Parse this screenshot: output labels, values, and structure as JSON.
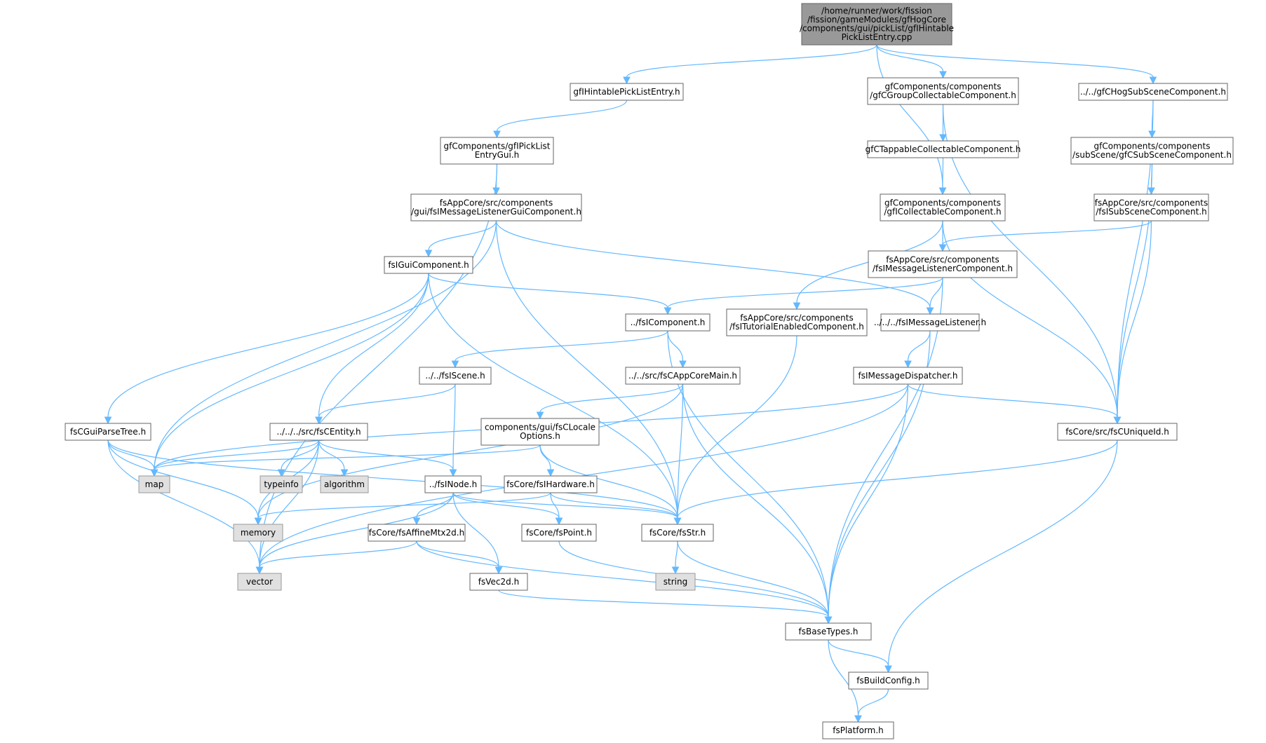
{
  "colors": {
    "root_fill": "#999999",
    "root_stroke": "#666666",
    "node_fill": "#ffffff",
    "node_stroke": "#666666",
    "system_fill": "#e0e0e0",
    "system_stroke": "#999999",
    "edge": "#63b8ff",
    "text": "#000000"
  },
  "nodes": [
    {
      "id": "root",
      "kind": "root",
      "lines": [
        "/home/runner/work/fission",
        "/fission/gameModules/gfHogCore",
        "/components/gui/pickList/gfIHintable",
        "PickListEntry.cpp"
      ]
    },
    {
      "id": "gfIHintablePickListEntry",
      "kind": "file",
      "lines": [
        "gfIHintablePickListEntry.h"
      ]
    },
    {
      "id": "gfCGroupCollectable",
      "kind": "file",
      "lines": [
        "gfComponents/components",
        "/gfCGroupCollectableComponent.h"
      ]
    },
    {
      "id": "gfCHogSubScene",
      "kind": "file",
      "lines": [
        "../../gfCHogSubSceneComponent.h"
      ]
    },
    {
      "id": "gfIPickListEntryGui",
      "kind": "file",
      "lines": [
        "gfComponents/gfIPickList",
        "EntryGui.h"
      ]
    },
    {
      "id": "gfCTappable",
      "kind": "file",
      "lines": [
        "gfCTappableCollectableComponent.h"
      ]
    },
    {
      "id": "gfCSubScene",
      "kind": "file",
      "lines": [
        "gfComponents/components",
        "/subScene/gfCSubSceneComponent.h"
      ]
    },
    {
      "id": "fsIMessageListenerGui",
      "kind": "file",
      "lines": [
        "fsAppCore/src/components",
        "/gui/fsIMessageListenerGuiComponent.h"
      ]
    },
    {
      "id": "gfICollectable",
      "kind": "file",
      "lines": [
        "gfComponents/components",
        "/gfICollectableComponent.h"
      ]
    },
    {
      "id": "fsISubScene",
      "kind": "file",
      "lines": [
        "fsAppCore/src/components",
        "/fsISubSceneComponent.h"
      ]
    },
    {
      "id": "fsIGuiComponent",
      "kind": "file",
      "lines": [
        "fsIGuiComponent.h"
      ]
    },
    {
      "id": "fsIMessageListenerComp",
      "kind": "file",
      "lines": [
        "fsAppCore/src/components",
        "/fsIMessageListenerComponent.h"
      ]
    },
    {
      "id": "fsIComponent",
      "kind": "file",
      "lines": [
        "../fsIComponent.h"
      ]
    },
    {
      "id": "fsITutorial",
      "kind": "file",
      "lines": [
        "fsAppCore/src/components",
        "/fsITutorialEnabledComponent.h"
      ]
    },
    {
      "id": "fsIMessageListener",
      "kind": "file",
      "lines": [
        "../../../fsIMessageListener.h"
      ]
    },
    {
      "id": "fsIScene",
      "kind": "file",
      "lines": [
        "../../fsIScene.h"
      ]
    },
    {
      "id": "fsCAppCoreMain",
      "kind": "file",
      "lines": [
        "../../src/fsCAppCoreMain.h"
      ]
    },
    {
      "id": "fsIMessageDispatcher",
      "kind": "file",
      "lines": [
        "fsIMessageDispatcher.h"
      ]
    },
    {
      "id": "fsCGuiParseTree",
      "kind": "file",
      "lines": [
        "fsCGuiParseTree.h"
      ]
    },
    {
      "id": "fsCEntity",
      "kind": "file",
      "lines": [
        "../../../src/fsCEntity.h"
      ]
    },
    {
      "id": "fsCLocaleOptions",
      "kind": "file",
      "lines": [
        "components/gui/fsCLocale",
        "Options.h"
      ]
    },
    {
      "id": "fsCUniqueId",
      "kind": "file",
      "lines": [
        "fsCore/src/fsCUniqueId.h"
      ]
    },
    {
      "id": "map",
      "kind": "system",
      "lines": [
        "map"
      ]
    },
    {
      "id": "typeinfo",
      "kind": "system",
      "lines": [
        "typeinfo"
      ]
    },
    {
      "id": "algorithm",
      "kind": "system",
      "lines": [
        "algorithm"
      ]
    },
    {
      "id": "fsINode",
      "kind": "file",
      "lines": [
        "../fsINode.h"
      ]
    },
    {
      "id": "fsIHardware",
      "kind": "file",
      "lines": [
        "fsCore/fsIHardware.h"
      ]
    },
    {
      "id": "memory",
      "kind": "system",
      "lines": [
        "memory"
      ]
    },
    {
      "id": "fsAffineMtx2d",
      "kind": "file",
      "lines": [
        "fsCore/fsAffineMtx2d.h"
      ]
    },
    {
      "id": "fsPoint",
      "kind": "file",
      "lines": [
        "fsCore/fsPoint.h"
      ]
    },
    {
      "id": "fsStr",
      "kind": "file",
      "lines": [
        "fsCore/fsStr.h"
      ]
    },
    {
      "id": "vector",
      "kind": "system",
      "lines": [
        "vector"
      ]
    },
    {
      "id": "fsVec2d",
      "kind": "file",
      "lines": [
        "fsVec2d.h"
      ]
    },
    {
      "id": "string",
      "kind": "system",
      "lines": [
        "string"
      ]
    },
    {
      "id": "fsBaseTypes",
      "kind": "file",
      "lines": [
        "fsBaseTypes.h"
      ]
    },
    {
      "id": "fsBuildConfig",
      "kind": "file",
      "lines": [
        "fsBuildConfig.h"
      ]
    },
    {
      "id": "fsPlatform",
      "kind": "file",
      "lines": [
        "fsPlatform.h"
      ]
    }
  ],
  "edges": [
    [
      "root",
      "gfIHintablePickListEntry"
    ],
    [
      "root",
      "gfCGroupCollectable"
    ],
    [
      "root",
      "gfCHogSubScene"
    ],
    [
      "root",
      "gfICollectable"
    ],
    [
      "gfIHintablePickListEntry",
      "gfIPickListEntryGui"
    ],
    [
      "gfIPickListEntryGui",
      "fsIMessageListenerGui"
    ],
    [
      "gfIPickListEntryGui",
      "vector"
    ],
    [
      "gfCGroupCollectable",
      "gfCTappable"
    ],
    [
      "gfCGroupCollectable",
      "fsCUniqueId"
    ],
    [
      "gfCTappable",
      "gfICollectable"
    ],
    [
      "gfCHogSubScene",
      "gfCSubScene"
    ],
    [
      "gfCHogSubScene",
      "fsCUniqueId"
    ],
    [
      "gfCSubScene",
      "fsISubScene"
    ],
    [
      "gfCSubScene",
      "fsCUniqueId"
    ],
    [
      "fsISubScene",
      "fsIMessageListenerComp"
    ],
    [
      "fsISubScene",
      "fsCUniqueId"
    ],
    [
      "gfICollectable",
      "fsIMessageListenerComp"
    ],
    [
      "gfICollectable",
      "fsITutorial"
    ],
    [
      "gfICollectable",
      "fsCUniqueId"
    ],
    [
      "fsIMessageListenerGui",
      "fsIGuiComponent"
    ],
    [
      "fsIMessageListenerGui",
      "fsIMessageListener"
    ],
    [
      "fsIMessageListenerGui",
      "map"
    ],
    [
      "fsIMessageListenerGui",
      "fsStr"
    ],
    [
      "fsIGuiComponent",
      "fsIComponent"
    ],
    [
      "fsIGuiComponent",
      "fsCGuiParseTree"
    ],
    [
      "fsIGuiComponent",
      "fsCEntity"
    ],
    [
      "fsIGuiComponent",
      "map"
    ],
    [
      "fsIGuiComponent",
      "fsStr"
    ],
    [
      "fsIMessageListenerComp",
      "fsIComponent"
    ],
    [
      "fsIMessageListenerComp",
      "fsIMessageListener"
    ],
    [
      "fsIMessageListenerComp",
      "fsBaseTypes"
    ],
    [
      "fsIComponent",
      "fsIScene"
    ],
    [
      "fsIComponent",
      "fsCAppCoreMain"
    ],
    [
      "fsIComponent",
      "fsBaseTypes"
    ],
    [
      "fsITutorial",
      "fsStr"
    ],
    [
      "fsIMessageListener",
      "fsIMessageDispatcher"
    ],
    [
      "fsIMessageListener",
      "fsBaseTypes"
    ],
    [
      "fsIScene",
      "fsCEntity"
    ],
    [
      "fsIScene",
      "fsINode"
    ],
    [
      "fsCAppCoreMain",
      "fsCLocaleOptions"
    ],
    [
      "fsCAppCoreMain",
      "memory"
    ],
    [
      "fsCAppCoreMain",
      "fsStr"
    ],
    [
      "fsCAppCoreMain",
      "fsBaseTypes"
    ],
    [
      "fsIMessageDispatcher",
      "fsCUniqueId"
    ],
    [
      "fsIMessageDispatcher",
      "map"
    ],
    [
      "fsIMessageDispatcher",
      "vector"
    ],
    [
      "fsIMessageDispatcher",
      "fsBaseTypes"
    ],
    [
      "fsCGuiParseTree",
      "map"
    ],
    [
      "fsCGuiParseTree",
      "memory"
    ],
    [
      "fsCGuiParseTree",
      "vector"
    ],
    [
      "fsCGuiParseTree",
      "fsStr"
    ],
    [
      "fsCEntity",
      "map"
    ],
    [
      "fsCEntity",
      "typeinfo"
    ],
    [
      "fsCEntity",
      "algorithm"
    ],
    [
      "fsCEntity",
      "fsINode"
    ],
    [
      "fsCEntity",
      "memory"
    ],
    [
      "fsCEntity",
      "vector"
    ],
    [
      "fsCLocaleOptions",
      "map"
    ],
    [
      "fsCLocaleOptions",
      "fsIHardware"
    ],
    [
      "fsCLocaleOptions",
      "fsStr"
    ],
    [
      "fsCUniqueId",
      "fsStr"
    ],
    [
      "fsCUniqueId",
      "fsBuildConfig"
    ],
    [
      "fsINode",
      "fsAffineMtx2d"
    ],
    [
      "fsINode",
      "fsPoint"
    ],
    [
      "fsINode",
      "fsStr"
    ],
    [
      "fsINode",
      "vector"
    ],
    [
      "fsINode",
      "fsVec2d"
    ],
    [
      "fsIHardware",
      "fsPoint"
    ],
    [
      "fsIHardware",
      "fsStr"
    ],
    [
      "fsIHardware",
      "memory"
    ],
    [
      "fsAffineMtx2d",
      "fsVec2d"
    ],
    [
      "fsAffineMtx2d",
      "vector"
    ],
    [
      "fsAffineMtx2d",
      "fsBaseTypes"
    ],
    [
      "fsPoint",
      "fsBaseTypes"
    ],
    [
      "fsStr",
      "string"
    ],
    [
      "fsStr",
      "fsBaseTypes"
    ],
    [
      "fsVec2d",
      "fsBaseTypes"
    ],
    [
      "fsBaseTypes",
      "fsBuildConfig"
    ],
    [
      "fsBaseTypes",
      "fsPlatform"
    ],
    [
      "fsBuildConfig",
      "fsPlatform"
    ]
  ]
}
